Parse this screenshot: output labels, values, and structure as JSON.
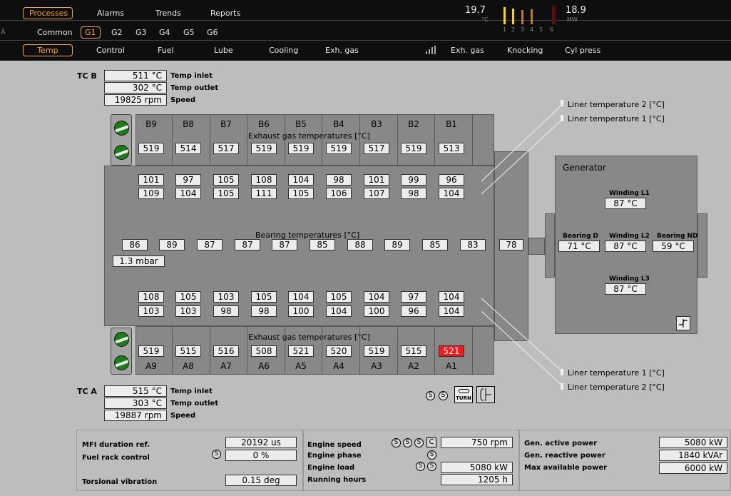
{
  "nav": {
    "main_tabs": [
      "Processes",
      "Alarms",
      "Trends",
      "Reports"
    ],
    "gen_tabs": [
      "Common",
      "G1",
      "G2",
      "G3",
      "G4",
      "G5",
      "G6"
    ],
    "sub_tabs": [
      "Temp",
      "Control",
      "Fuel",
      "Lube",
      "Cooling",
      "Exh. gas"
    ],
    "right_tabs": [
      "Exh. gas",
      "Knocking",
      "Cyl press"
    ]
  },
  "header": {
    "temp_value": "19.7",
    "temp_unit": "°C",
    "power_value": "18.9",
    "power_unit": "MW",
    "gen_numbers": [
      "1",
      "2",
      "3",
      "4",
      "5",
      "6"
    ]
  },
  "tc_b": {
    "label": "TC B",
    "temp_inlet": "511 °C",
    "temp_outlet": "302 °C",
    "speed": "19825 rpm",
    "labels": [
      "Temp inlet",
      "Temp outlet",
      "Speed"
    ]
  },
  "tc_a": {
    "label": "TC A",
    "temp_inlet": "515 °C",
    "temp_outlet": "303 °C",
    "speed": "19887 rpm",
    "labels": [
      "Temp inlet",
      "Temp outlet",
      "Speed"
    ]
  },
  "bank_b": {
    "cylinders": [
      "B9",
      "B8",
      "B7",
      "B6",
      "B5",
      "B4",
      "B3",
      "B2",
      "B1"
    ],
    "exhaust_label": "Exhaust gas temperatures [°C]",
    "exhaust": [
      "519",
      "514",
      "517",
      "519",
      "519",
      "519",
      "517",
      "519",
      "513"
    ],
    "liner2": [
      "101",
      "97",
      "105",
      "108",
      "104",
      "98",
      "101",
      "99",
      "96"
    ],
    "liner1": [
      "109",
      "104",
      "105",
      "111",
      "105",
      "106",
      "107",
      "98",
      "104"
    ]
  },
  "bank_a": {
    "cylinders": [
      "A9",
      "A8",
      "A7",
      "A6",
      "A5",
      "A4",
      "A3",
      "A2",
      "A1"
    ],
    "exhaust_label": "Exhaust gas temperatures [°C]",
    "exhaust": [
      "519",
      "515",
      "516",
      "508",
      "521",
      "520",
      "519",
      "515",
      "521"
    ],
    "liner1": [
      "108",
      "105",
      "103",
      "105",
      "104",
      "105",
      "104",
      "97",
      "104"
    ],
    "liner2": [
      "103",
      "103",
      "98",
      "98",
      "100",
      "104",
      "100",
      "96",
      "104"
    ]
  },
  "bearing": {
    "label": "Bearing temperatures [°C]",
    "values": [
      "86",
      "89",
      "87",
      "87",
      "87",
      "85",
      "88",
      "89",
      "85",
      "83"
    ],
    "end_value": "78",
    "pressure": "1.3 mbar"
  },
  "liner_legend": {
    "top_2": "Liner temperature 2 [°C]",
    "top_1": "Liner temperature 1 [°C]",
    "bottom_1": "Liner temperature 1 [°C]",
    "bottom_2": "Liner temperature 2 [°C]"
  },
  "generator": {
    "title": "Generator",
    "winding_l1_label": "Winding L1",
    "winding_l1": "87 °C",
    "winding_l2_label": "Winding L2",
    "winding_l2": "87 °C",
    "winding_l3_label": "Winding L3",
    "winding_l3": "87 °C",
    "bearing_d_label": "Bearing D",
    "bearing_d": "71 °C",
    "bearing_nd_label": "Bearing ND",
    "bearing_nd": "59 °C"
  },
  "turn": {
    "label": "TURN",
    "s_symbol": "S"
  },
  "bottom": {
    "mfi_label": "MFI duration ref.",
    "mfi_value": "20192 us",
    "fuel_rack_label": "Fuel rack control",
    "fuel_rack_value": "0 %",
    "torsional_label": "Torsional vibration",
    "torsional_value": "0.15 deg",
    "engine_speed_label": "Engine speed",
    "engine_speed_value": "750 rpm",
    "engine_phase_label": "Engine phase",
    "engine_load_label": "Engine load",
    "engine_load_value": "5080 kW",
    "running_hours_label": "Running hours",
    "running_hours_value": "1205 h",
    "c_symbol": "C",
    "gen_active_label": "Gen. active power",
    "gen_active_value": "5080 kW",
    "gen_reactive_label": "Gen. reactive power",
    "gen_reactive_value": "1840 kVAr",
    "max_power_label": "Max available power",
    "max_power_value": "6000 kW"
  }
}
